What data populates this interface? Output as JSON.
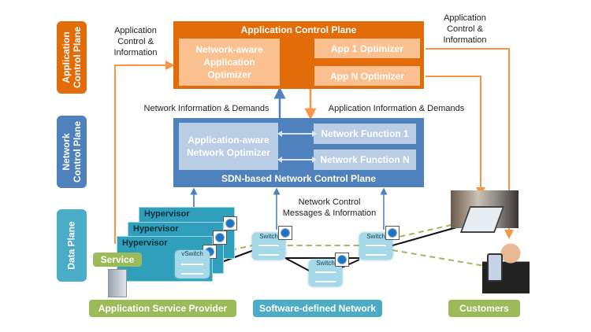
{
  "side_labels": {
    "app": "Application\nControl Plane",
    "net": "Network\nControl Plane",
    "data": "Data Plane"
  },
  "annotations": {
    "left_app_ctrl": "Application\nControl &\nInformation",
    "right_app_ctrl": "Application\nControl &\nInformation",
    "net_info": "Network Information & Demands",
    "app_info": "Application Information & Demands",
    "net_ctrl_msgs": "Network Control\nMessages & Information"
  },
  "app_plane": {
    "title": "Application Control Plane",
    "optimizer": "Network-aware\nApplication\nOptimizer",
    "app1": "App 1 Optimizer",
    "appN": "App N Optimizer"
  },
  "net_plane": {
    "title": "SDN-based Network Control Plane",
    "optimizer": "Application-aware\nNetwork Optimizer",
    "nf1": "Network Function 1",
    "nfN": "Network Function N"
  },
  "data_plane": {
    "hypervisors": [
      "Hypervisor",
      "Hypervisor",
      "Hypervisor"
    ],
    "vswitch": "vSwitch",
    "service": "Service",
    "switches": [
      "Switch",
      "Switch",
      "Switch"
    ]
  },
  "captions": {
    "asp": "Application Service Provider",
    "sdn": "Software-defined Network",
    "customers": "Customers"
  },
  "colors": {
    "orange": "#e36c0a",
    "orange_light": "#fac090",
    "blue": "#4f81bd",
    "blue_light": "#b9cde5",
    "teal": "#4bacc6",
    "green": "#9bbb59"
  }
}
